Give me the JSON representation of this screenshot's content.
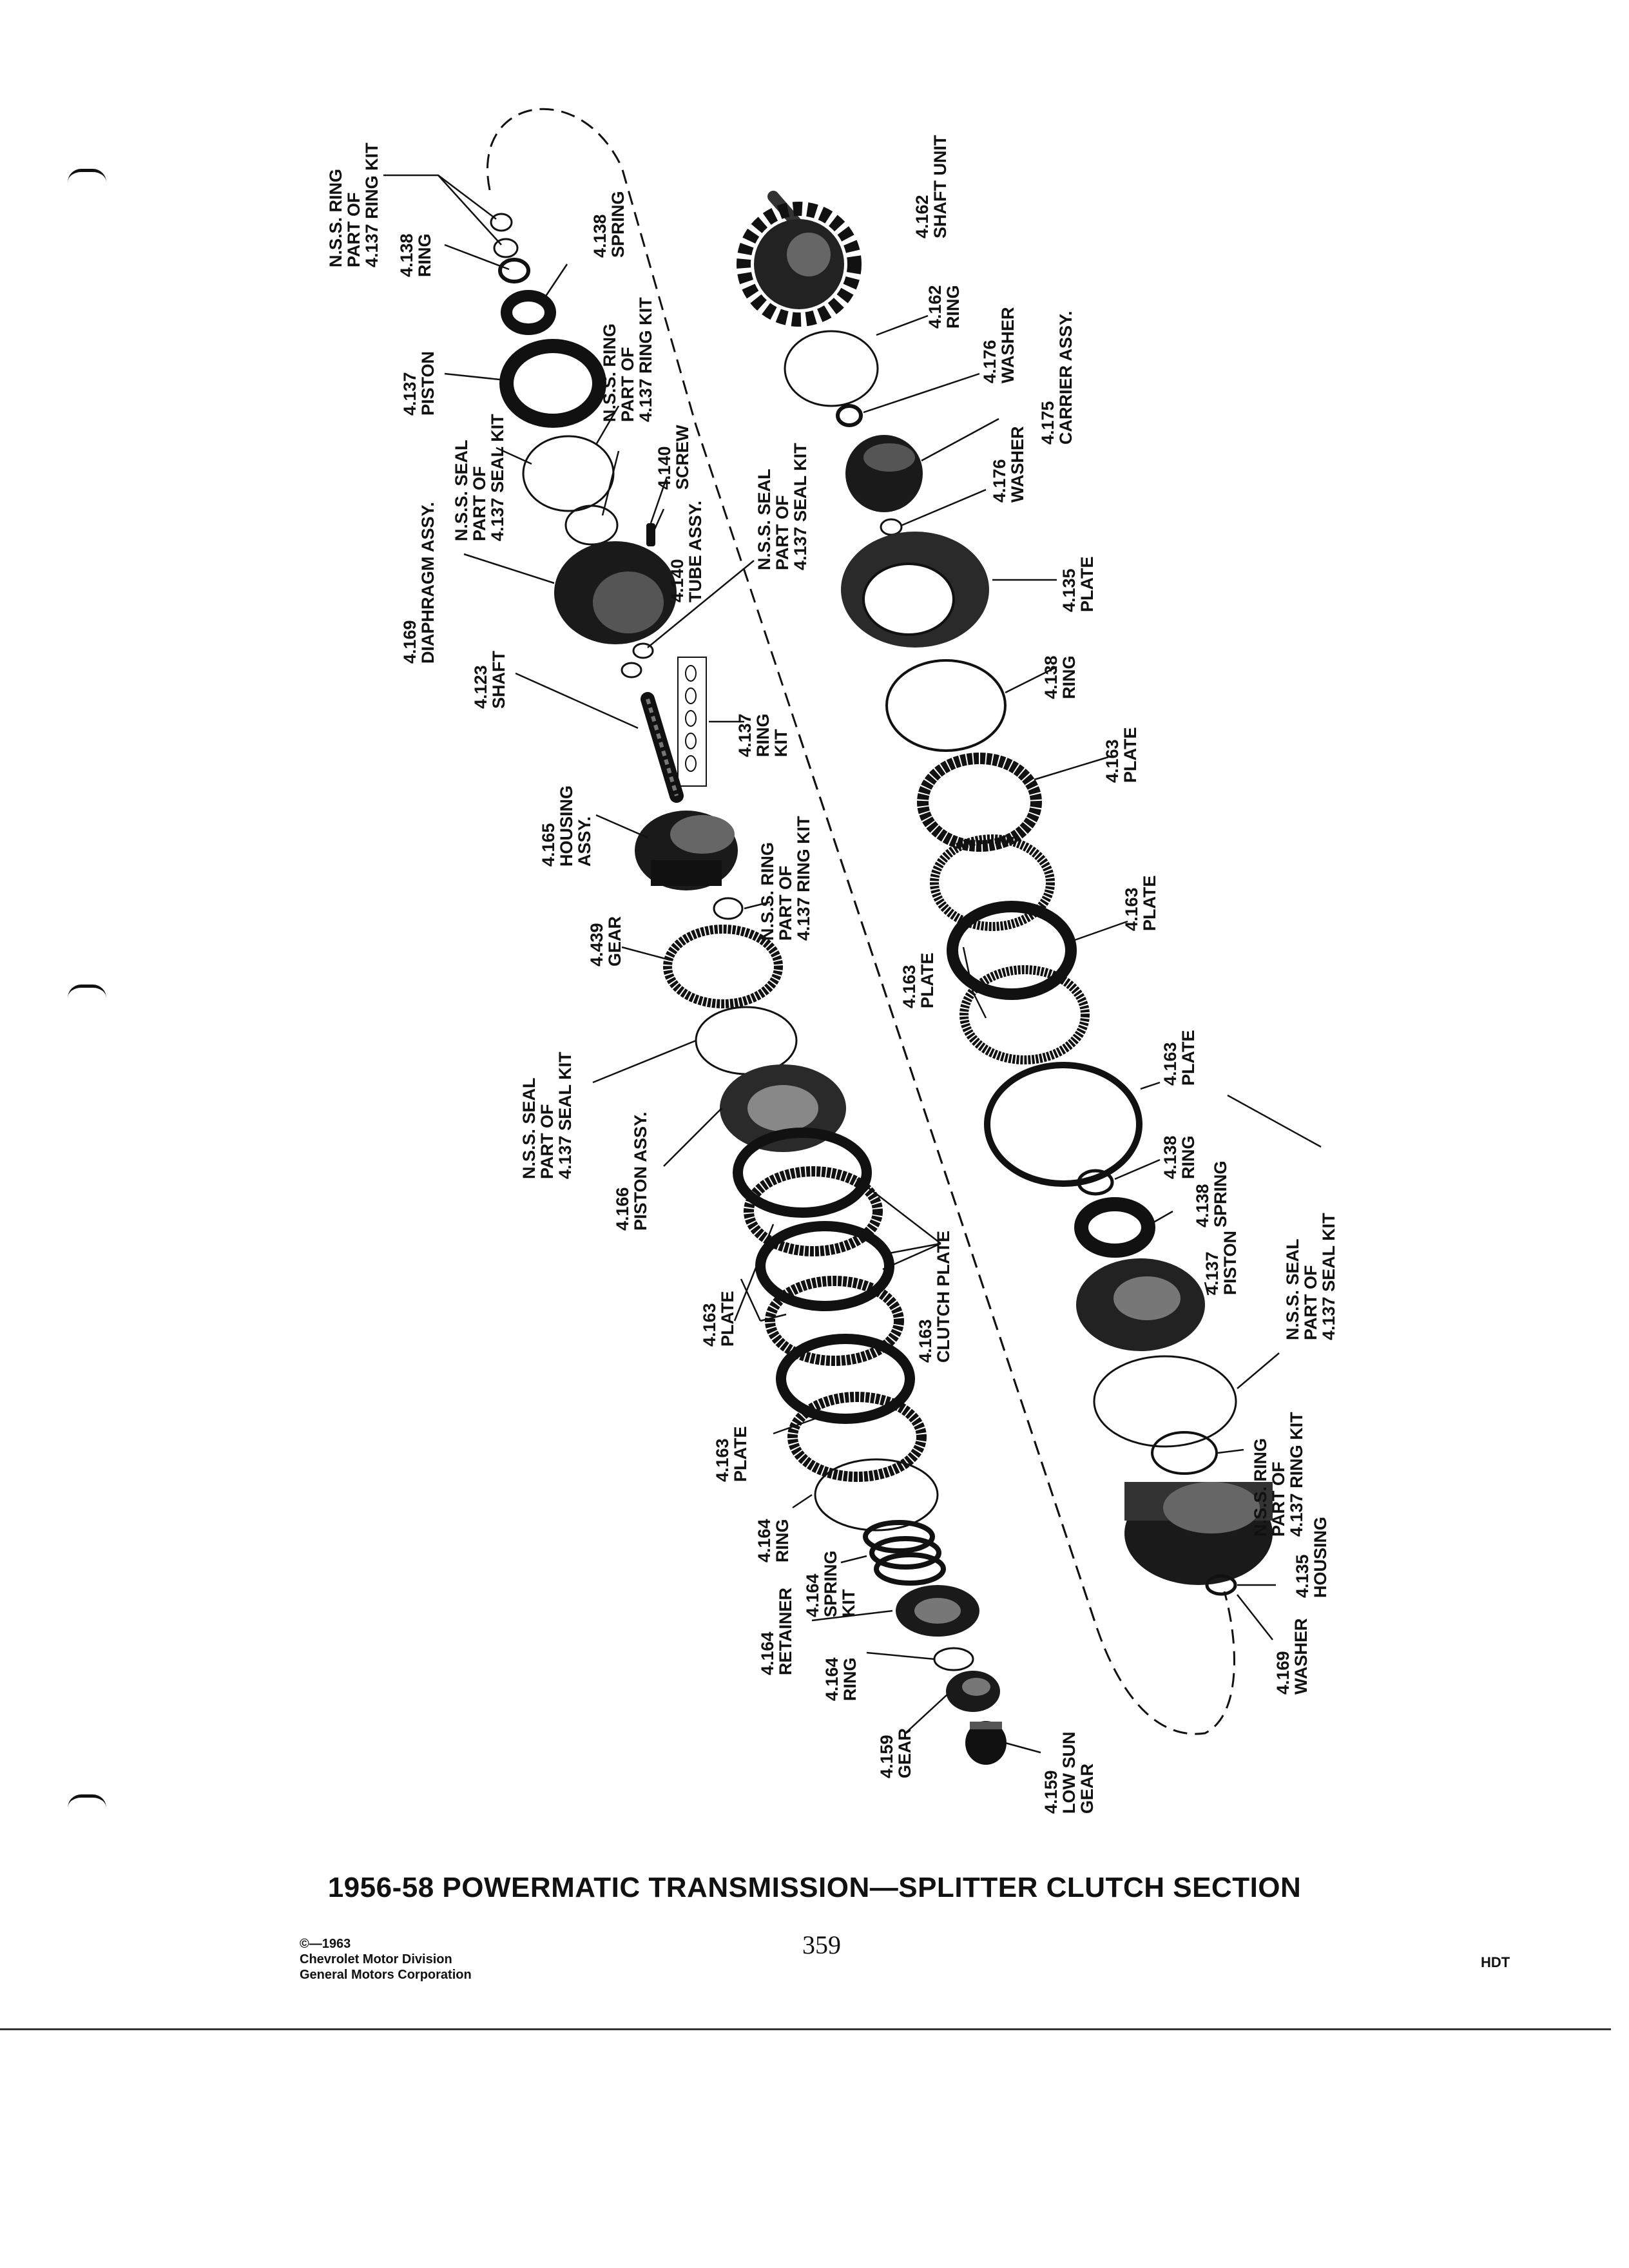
{
  "title": "1956-58 POWERMATIC TRANSMISSION—SPLITTER CLUTCH SECTION",
  "footer": {
    "copyright_lines": [
      "©—1963",
      "Chevrolet Motor Division",
      "General Motors Corporation"
    ],
    "page_number": "359",
    "code": "HDT"
  },
  "left_column_labels": [
    {
      "lines": [
        "N.S.S. RING",
        "PART OF",
        "4.137 RING KIT"
      ]
    },
    {
      "lines": [
        "4.138",
        "RING"
      ]
    },
    {
      "lines": [
        "4.138",
        "SPRING"
      ]
    },
    {
      "lines": [
        "4.137",
        "PISTON"
      ]
    },
    {
      "lines": [
        "N.S.S. RING",
        "PART OF",
        "4.137 RING KIT"
      ]
    },
    {
      "lines": [
        "N.S.S. SEAL",
        "PART OF",
        "4.137 SEAL KIT"
      ]
    },
    {
      "lines": [
        "4.140",
        "SCREW"
      ]
    },
    {
      "lines": [
        "4.140",
        "TUBE ASSY."
      ]
    },
    {
      "lines": [
        "4.169",
        "DIAPHRAGM ASSY."
      ]
    },
    {
      "lines": [
        "N.S.S. SEAL",
        "PART OF",
        "4.137 SEAL KIT"
      ]
    },
    {
      "lines": [
        "4.123",
        "SHAFT"
      ]
    },
    {
      "lines": [
        "4.137",
        "RING",
        "KIT"
      ]
    },
    {
      "lines": [
        "4.165",
        "HOUSING",
        "ASSY."
      ]
    },
    {
      "lines": [
        "N.S.S. RING",
        "PART OF",
        "4.137 RING KIT"
      ]
    },
    {
      "lines": [
        "4.439",
        "GEAR"
      ]
    },
    {
      "lines": [
        "N.S.S. SEAL",
        "PART OF",
        "4.137 SEAL KIT"
      ]
    },
    {
      "lines": [
        "4.166",
        "PISTON ASSY."
      ]
    },
    {
      "lines": [
        "4.163",
        "PLATE"
      ]
    },
    {
      "lines": [
        "4.163",
        "CLUTCH PLATE"
      ]
    },
    {
      "lines": [
        "4.163",
        "PLATE"
      ]
    },
    {
      "lines": [
        "4.164",
        "RING"
      ]
    },
    {
      "lines": [
        "4.164",
        "SPRING",
        "KIT"
      ]
    },
    {
      "lines": [
        "4.164",
        "RETAINER"
      ]
    },
    {
      "lines": [
        "4.164",
        "RING"
      ]
    },
    {
      "lines": [
        "4.159",
        "GEAR"
      ]
    },
    {
      "lines": [
        "4.159",
        "LOW SUN",
        "GEAR"
      ]
    }
  ],
  "right_column_labels": [
    {
      "lines": [
        "4.162",
        "SHAFT UNIT"
      ]
    },
    {
      "lines": [
        "4.162",
        "RING"
      ]
    },
    {
      "lines": [
        "4.176",
        "WASHER"
      ]
    },
    {
      "lines": [
        "4.175",
        "CARRIER ASSY."
      ]
    },
    {
      "lines": [
        "4.176",
        "WASHER"
      ]
    },
    {
      "lines": [
        "4.135",
        "PLATE"
      ]
    },
    {
      "lines": [
        "4.138",
        "RING"
      ]
    },
    {
      "lines": [
        "4.163",
        "PLATE"
      ]
    },
    {
      "lines": [
        "4.163",
        "PLATE"
      ]
    },
    {
      "lines": [
        "4.163",
        "PLATE"
      ]
    },
    {
      "lines": [
        "4.163",
        "PLATE"
      ]
    },
    {
      "lines": [
        "4.138",
        "RING"
      ]
    },
    {
      "lines": [
        "4.138",
        "SPRING"
      ]
    },
    {
      "lines": [
        "4.137",
        "PISTON"
      ]
    },
    {
      "lines": [
        "N.S.S. SEAL",
        "PART OF",
        "4.137 SEAL KIT"
      ]
    },
    {
      "lines": [
        "N.S.S. RING",
        "PART OF",
        "4.137 RING KIT"
      ]
    },
    {
      "lines": [
        "4.135",
        "HOUSING"
      ]
    },
    {
      "lines": [
        "4.169",
        "WASHER"
      ]
    }
  ]
}
